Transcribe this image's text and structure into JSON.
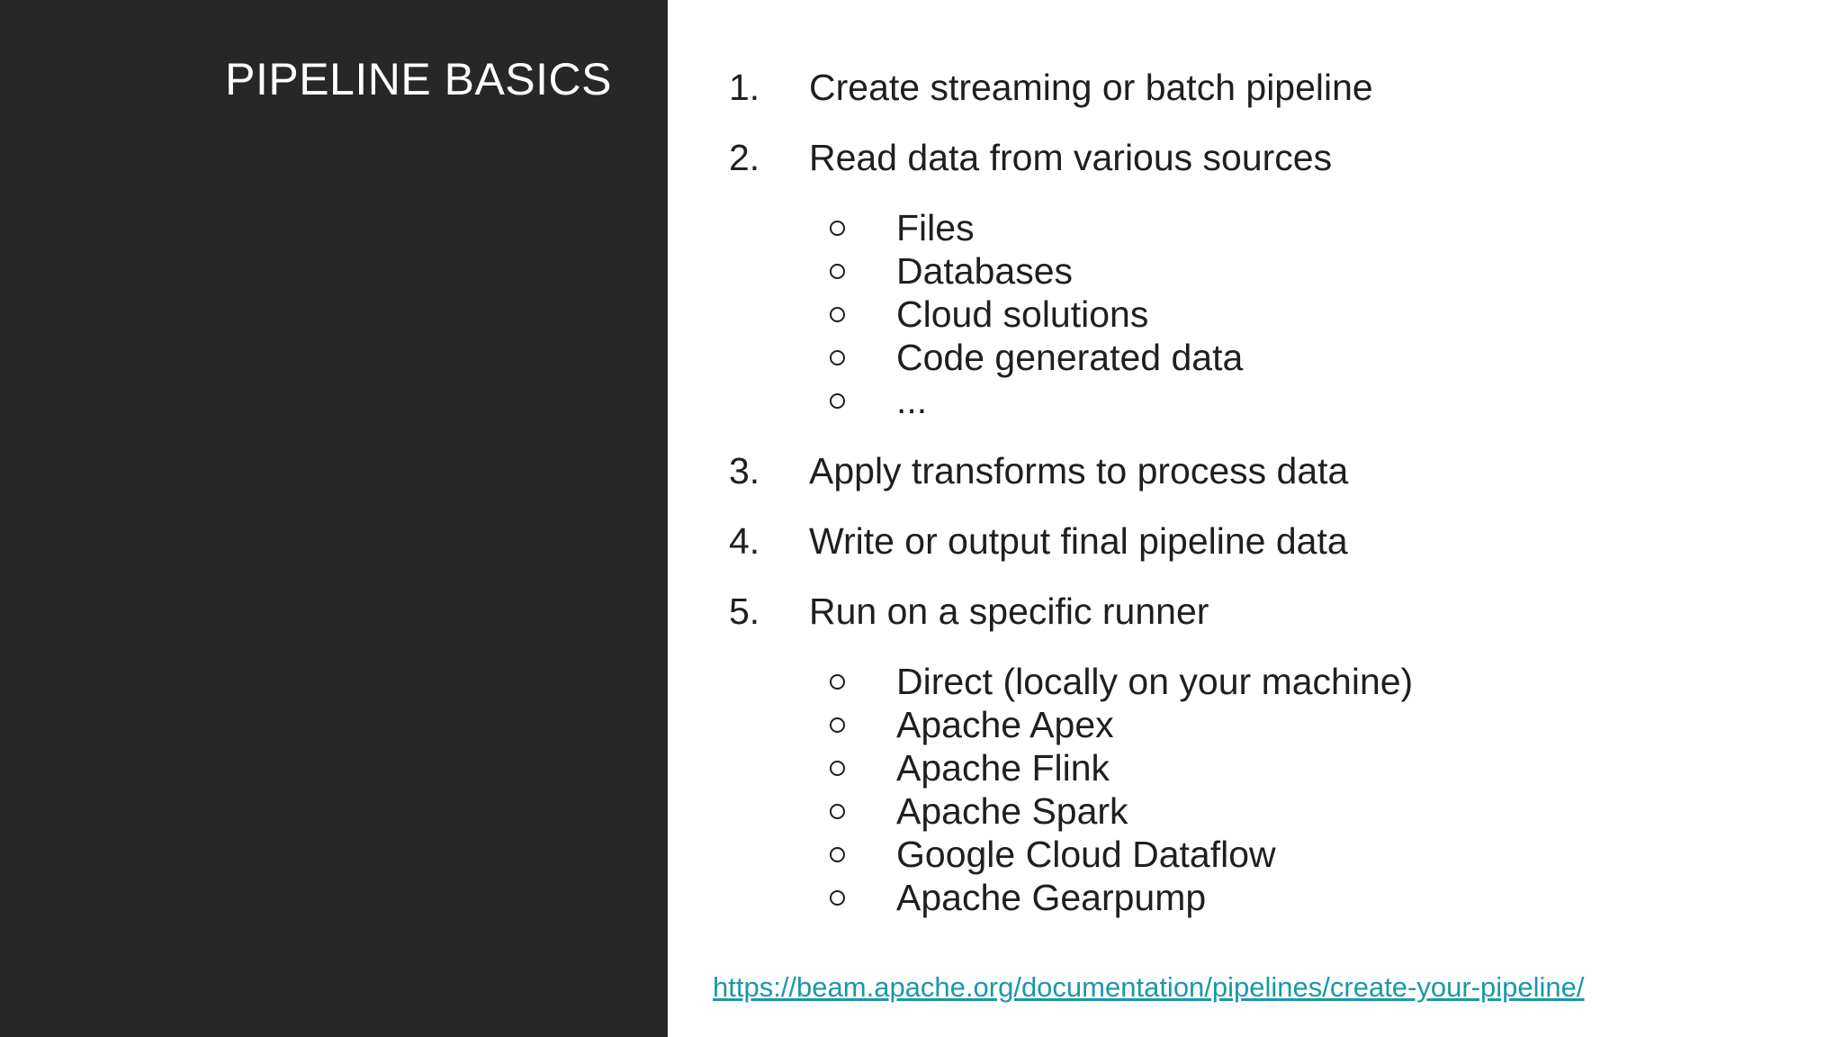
{
  "sidebar": {
    "title": "PIPELINE BASICS"
  },
  "content": {
    "steps": [
      {
        "num": "1.",
        "text": "Create streaming or batch pipeline"
      },
      {
        "num": "2.",
        "text": "Read data from various sources"
      },
      {
        "num": "3.",
        "text": "Apply transforms to process data"
      },
      {
        "num": "4.",
        "text": "Write or output final pipeline data"
      },
      {
        "num": "5.",
        "text": "Run on a specific runner"
      }
    ],
    "sources": [
      "Files",
      "Databases",
      "Cloud solutions",
      "Code generated data",
      "..."
    ],
    "runners": [
      "Direct (locally on your machine)",
      "Apache Apex",
      "Apache Flink",
      "Apache Spark",
      "Google Cloud Dataflow",
      "Apache Gearpump"
    ],
    "link": {
      "label": "https://beam.apache.org/documentation/pipelines/create-your-pipeline/",
      "href": "https://beam.apache.org/documentation/pipelines/create-your-pipeline/"
    }
  },
  "colors": {
    "sidebar_bg": "#272727",
    "title_text": "#ffffff",
    "body_text": "#1f1f1f",
    "link": "#1b98a7"
  }
}
